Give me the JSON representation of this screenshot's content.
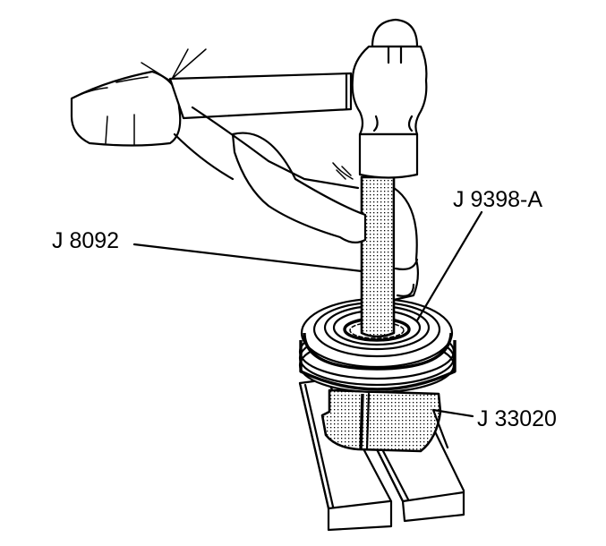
{
  "figure": {
    "description": "Driving bearing into pulley with hammer and installer tools, pulley supported on wooden blocks",
    "colors": {
      "line": "#000000",
      "background": "#ffffff",
      "stipple": "#000000"
    }
  },
  "callouts": [
    {
      "id": "j8092",
      "text": "J 8092",
      "points_to": "driver handle"
    },
    {
      "id": "j9398a",
      "text": "J 9398-A",
      "points_to": "bearing installer"
    },
    {
      "id": "j33020",
      "text": "J 33020",
      "points_to": "support fixture"
    }
  ]
}
